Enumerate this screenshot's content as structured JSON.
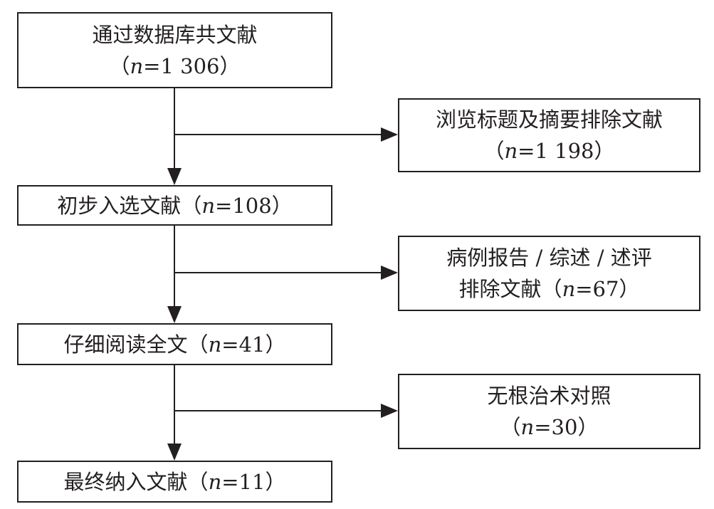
{
  "flow": {
    "identified": {
      "title": "通过数据库共文献",
      "count_open": "（",
      "count_var": "n",
      "count_value": "=1 306",
      "count_close": "）"
    },
    "screened": {
      "title": "初步入选文献",
      "count_open": "（",
      "count_var": "n",
      "count_value": "=108",
      "count_close": "）"
    },
    "fulltext": {
      "title": "仔细阅读全文",
      "count_open": "（",
      "count_var": "n",
      "count_value": "=41",
      "count_close": "）"
    },
    "included": {
      "title": "最终纳入文献",
      "count_open": "（",
      "count_var": "n",
      "count_value": "=11",
      "count_close": "）"
    }
  },
  "exclusions": {
    "title_abstract": {
      "title": "浏览标题及摘要排除文献",
      "count_open": "（",
      "count_var": "n",
      "count_value": "=1 198",
      "count_close": "）"
    },
    "report_type": {
      "title": "病例报告 / 综述 / 述评",
      "title_line2": "排除文献",
      "count_open": "（",
      "count_var": "n",
      "count_value": "=67",
      "count_close": "）"
    },
    "no_radical": {
      "title": "无根治术对照",
      "count_open": "（",
      "count_var": "n",
      "count_value": "=30",
      "count_close": "）"
    }
  }
}
